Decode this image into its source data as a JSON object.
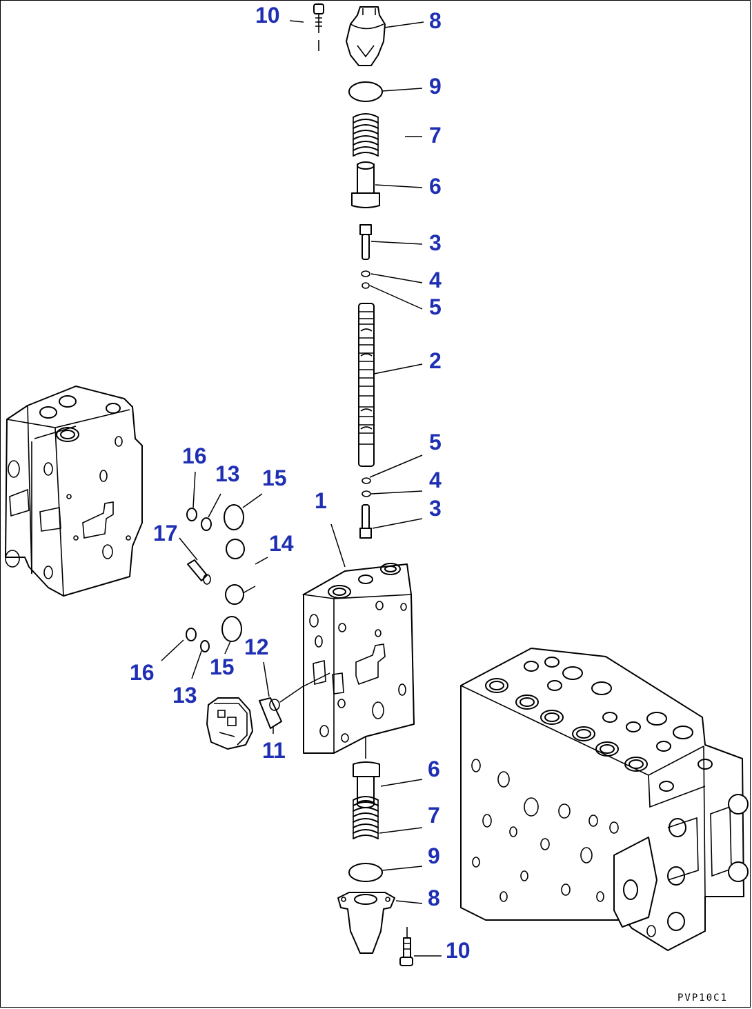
{
  "diagram": {
    "drawing_code": "PVP10C1",
    "callouts": [
      {
        "id": "c10a",
        "text": "10"
      },
      {
        "id": "c8a",
        "text": "8"
      },
      {
        "id": "c9a",
        "text": "9"
      },
      {
        "id": "c7a",
        "text": "7"
      },
      {
        "id": "c6a",
        "text": "6"
      },
      {
        "id": "c3a",
        "text": "3"
      },
      {
        "id": "c4a",
        "text": "4"
      },
      {
        "id": "c5a",
        "text": "5"
      },
      {
        "id": "c2",
        "text": "2"
      },
      {
        "id": "c5b",
        "text": "5"
      },
      {
        "id": "c4b",
        "text": "4"
      },
      {
        "id": "c3b",
        "text": "3"
      },
      {
        "id": "c1",
        "text": "1"
      },
      {
        "id": "c16a",
        "text": "16"
      },
      {
        "id": "c13a",
        "text": "13"
      },
      {
        "id": "c15a",
        "text": "15"
      },
      {
        "id": "c17",
        "text": "17"
      },
      {
        "id": "c14",
        "text": "14"
      },
      {
        "id": "c12",
        "text": "12"
      },
      {
        "id": "c16b",
        "text": "16"
      },
      {
        "id": "c15b",
        "text": "15"
      },
      {
        "id": "c13b",
        "text": "13"
      },
      {
        "id": "c11",
        "text": "11"
      },
      {
        "id": "c6b",
        "text": "6"
      },
      {
        "id": "c7b",
        "text": "7"
      },
      {
        "id": "c9b",
        "text": "9"
      },
      {
        "id": "c8b",
        "text": "8"
      },
      {
        "id": "c10b",
        "text": "10"
      }
    ]
  }
}
